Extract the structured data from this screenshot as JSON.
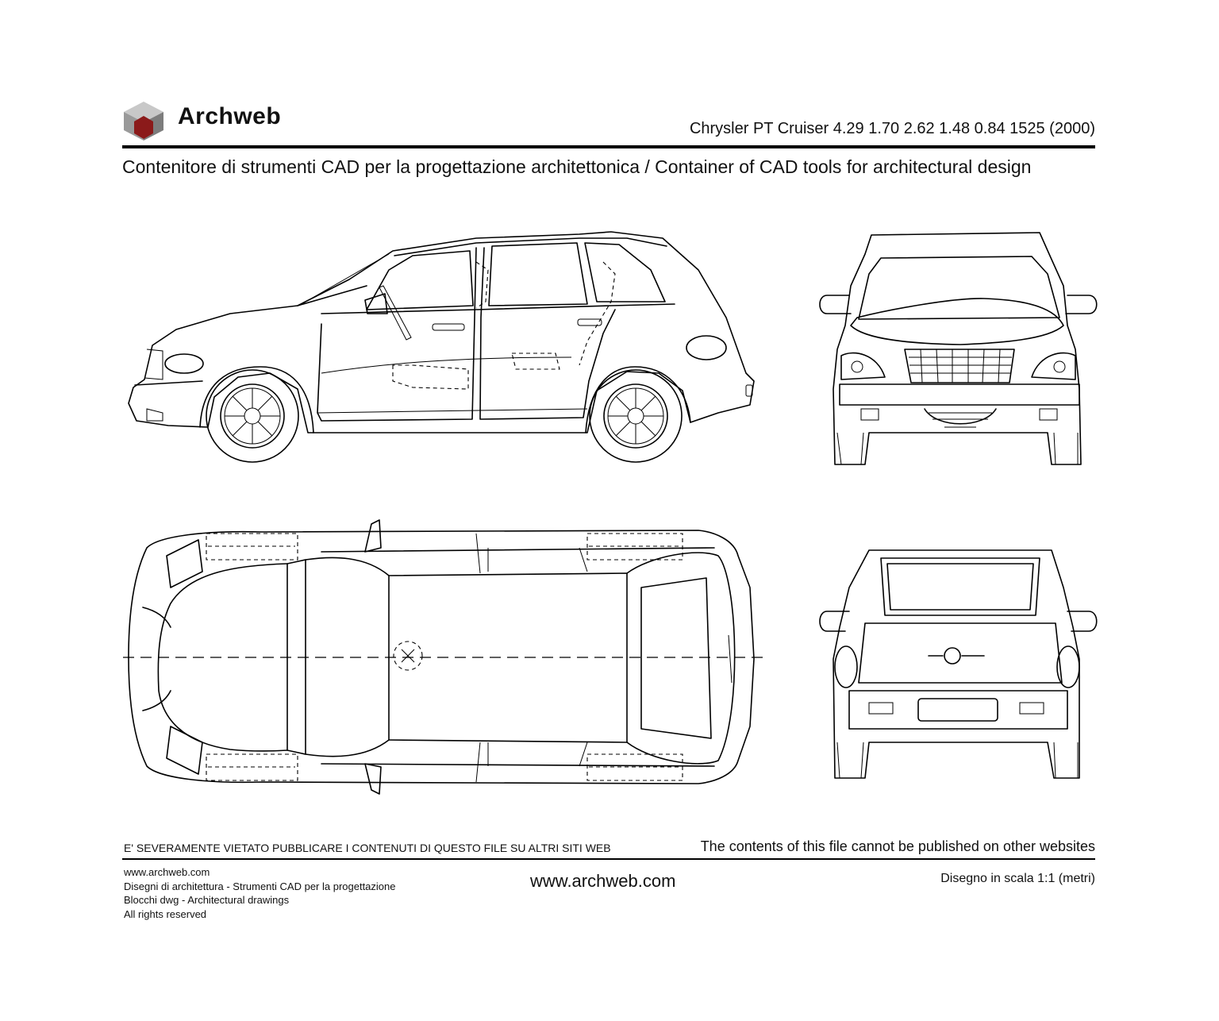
{
  "brand": {
    "name": "Archweb",
    "logo_icon": "cube-logo-icon",
    "logo_colors": [
      "#9a9a9a",
      "#c8c8c8",
      "#8b1a1a"
    ]
  },
  "header": {
    "model_spec": "Chrysler PT Cruiser 4.29 1.70 2.62 1.48 0.84 1525 (2000)",
    "tagline": "Contenitore di strumenti CAD per la progettazione architettonica  /  Container of CAD tools for architectural design"
  },
  "drawing": {
    "views": [
      "side-view",
      "front-view",
      "top-view",
      "rear-view"
    ]
  },
  "notice": {
    "italian": "E' SEVERAMENTE VIETATO PUBBLICARE I CONTENUTI DI QUESTO FILE SU ALTRI SITI WEB",
    "english": "The contents of this file cannot be published on other websites"
  },
  "footer": {
    "left_lines": [
      "www.archweb.com",
      "Disegni di architettura - Strumenti CAD  per la progettazione",
      "Blocchi dwg - Architectural drawings",
      "All rights reserved"
    ],
    "url": "www.archweb.com",
    "scale": "Disegno in scala 1:1 (metri)"
  }
}
